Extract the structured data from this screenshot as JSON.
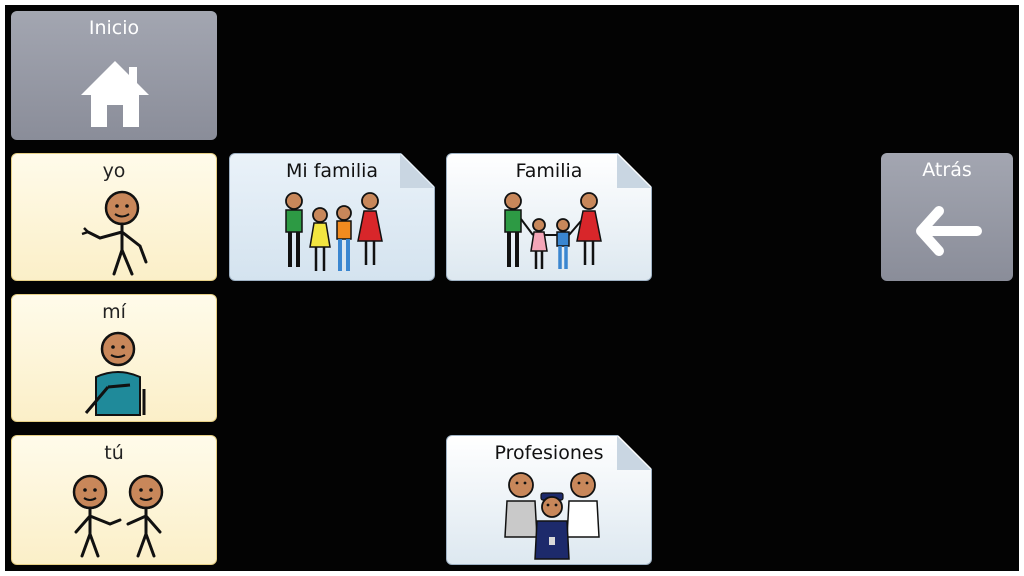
{
  "tiles": {
    "inicio": {
      "label": "Inicio",
      "icon": "home-icon"
    },
    "atras": {
      "label": "Atrás",
      "icon": "arrow-left-icon"
    },
    "yo": {
      "label": "yo",
      "icon": "person-pointing-self-icon"
    },
    "mi": {
      "label": "mí",
      "icon": "person-hand-on-chest-icon"
    },
    "tu": {
      "label": "tú",
      "icon": "person-pointing-other-icon"
    },
    "mi_familia": {
      "label": "Mi familia",
      "icon": "family-icon"
    },
    "familia": {
      "label": "Familia",
      "icon": "family-holding-hands-icon"
    },
    "profesiones": {
      "label": "Profesiones",
      "icon": "professionals-icon"
    }
  },
  "colors": {
    "background": "#030303",
    "nav_tile": "#9a9da8",
    "word_tile": "#fdf5d9",
    "folder_tile": "#e3edf4",
    "skin": "#c8875a"
  }
}
